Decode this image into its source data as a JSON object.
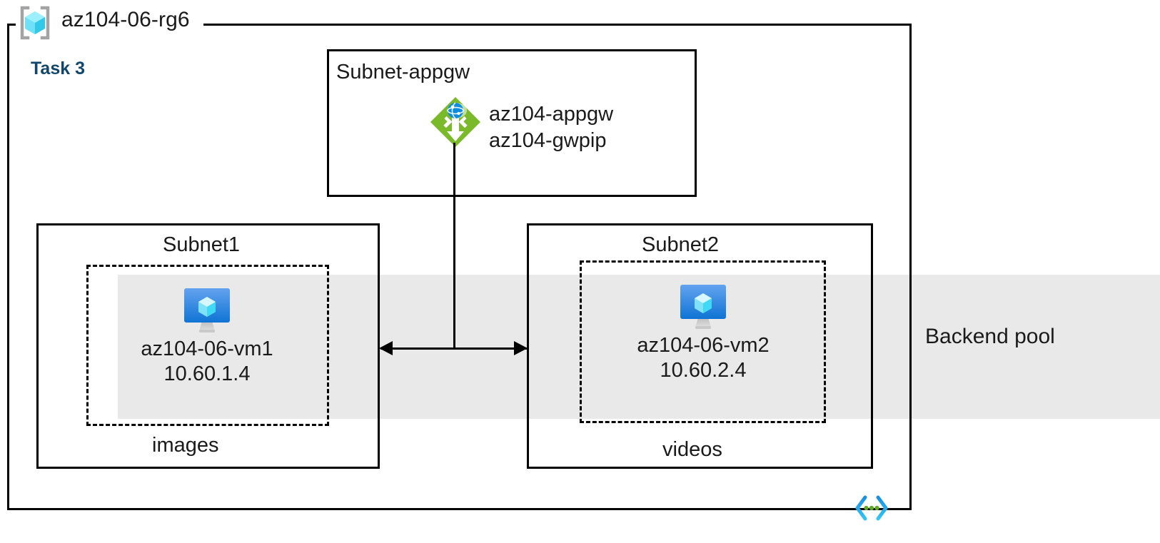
{
  "diagram": {
    "resource_group": {
      "name": "az104-06-rg6",
      "icon": "resource-group-icon"
    },
    "task_label": "Task 3",
    "backend_pool_label": "Backend pool",
    "subnets": [
      {
        "id": "subnet-appgw",
        "title": "Subnet-appgw",
        "resources": [
          {
            "icon": "application-gateway-icon",
            "name": "az104-appgw"
          },
          {
            "icon": "public-ip-icon",
            "name": "az104-gwpip"
          }
        ]
      },
      {
        "id": "subnet1",
        "title": "Subnet1",
        "tier_label": "images",
        "vm": {
          "icon": "virtual-machine-icon",
          "name": "az104-06-vm1",
          "ip": "10.60.1.4"
        }
      },
      {
        "id": "subnet2",
        "title": "Subnet2",
        "tier_label": "videos",
        "vm": {
          "icon": "virtual-machine-icon",
          "name": "az104-06-vm2",
          "ip": "10.60.2.4"
        }
      }
    ],
    "appgw_labels": {
      "gateway": "az104-appgw",
      "public_ip": "az104-gwpip"
    },
    "badge": {
      "icon": "code-brackets-icon"
    },
    "colors": {
      "task_text": "#12476b",
      "band_gray": "#e9e9e9",
      "outline_black": "#000000",
      "appgw_green": "#7ab929",
      "appgw_globe_blue": "#0078d4",
      "vm_monitor_blue": "#1f86e0",
      "vm_cube_cyan": "#9fe9fb",
      "rg_icon_cyan": "#50e6ff",
      "rg_icon_bracket_gray": "#a3a3a3",
      "badge_blue": "#1b8fe0",
      "badge_cyan": "#32c5f4",
      "badge_green": "#5fa824"
    }
  }
}
